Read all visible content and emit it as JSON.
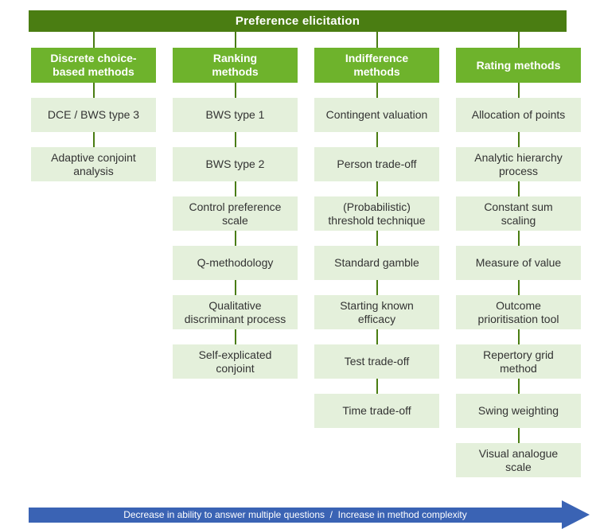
{
  "header": {
    "title": "Preference elicitation"
  },
  "columns": [
    {
      "id": "discrete-choice-based-methods",
      "label": "Discrete choice-\nbased methods",
      "items": [
        "DCE / BWS type 3",
        "Adaptive conjoint\nanalysis"
      ]
    },
    {
      "id": "ranking-methods",
      "label": "Ranking\nmethods",
      "items": [
        "BWS type 1",
        "BWS type 2",
        "Control preference\nscale",
        "Q-methodology",
        "Qualitative\ndiscriminant process",
        "Self-explicated\nconjoint"
      ]
    },
    {
      "id": "indifference-methods",
      "label": "Indifference\nmethods",
      "items": [
        "Contingent valuation",
        "Person trade-off",
        "(Probabilistic)\nthreshold technique",
        "Standard gamble",
        "Starting known\nefficacy",
        "Test trade-off",
        "Time trade-off"
      ]
    },
    {
      "id": "rating-methods",
      "label": "Rating methods",
      "items": [
        "Allocation of points",
        "Analytic hierarchy\nprocess",
        "Constant sum\nscaling",
        "Measure of value",
        "Outcome\nprioritisation tool",
        "Repertory grid\nmethod",
        "Swing weighting",
        "Visual analogue\nscale"
      ]
    }
  ],
  "arrow": {
    "label": "Decrease in ability to answer multiple questions  /  Increase in method complexity"
  },
  "colors": {
    "header_green": "#4a7d12",
    "category_green": "#6eb32c",
    "item_green": "#e4f0db",
    "connector_green": "#4a7d12",
    "arrow_blue": "#3a63b4",
    "item_text": "#333333"
  }
}
